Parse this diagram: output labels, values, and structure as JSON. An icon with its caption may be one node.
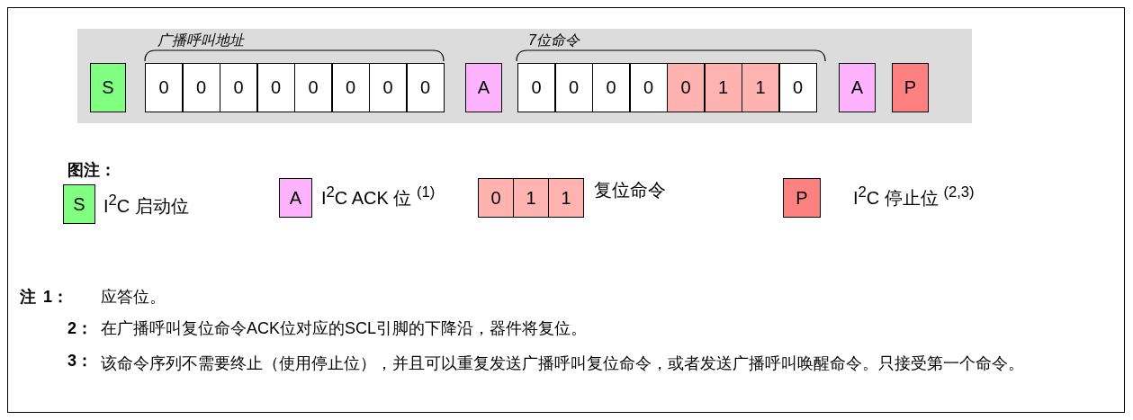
{
  "diagram": {
    "nodes": [
      {
        "text": [
          "S"
        ]
      },
      {
        "text": [
          "0"
        ]
      },
      {
        "text": [
          "0"
        ]
      },
      {
        "text": [
          "0"
        ]
      },
      {
        "text": [
          "0"
        ]
      },
      {
        "text": [
          "0"
        ]
      },
      {
        "text": [
          "0"
        ]
      },
      {
        "text": [
          "0"
        ]
      },
      {
        "text": [
          "0"
        ]
      },
      {
        "text": [
          "A"
        ]
      },
      {
        "text": [
          "0"
        ]
      },
      {
        "text": [
          "0"
        ]
      },
      {
        "text": [
          "0"
        ]
      },
      {
        "text": [
          "0"
        ]
      },
      {
        "text": [
          "0"
        ]
      },
      {
        "text": [
          "1"
        ]
      },
      {
        "text": [
          "1"
        ]
      },
      {
        "text": [
          "0"
        ]
      },
      {
        "text": [
          "A"
        ]
      },
      {
        "text": [
          "P"
        ]
      },
      {
        "text": [
          "S"
        ],
        "beside": [
          "I$^{2}$C 启动位"
        ]
      },
      {
        "text": [
          "A"
        ],
        "beside": [
          "I$^{2}$C ACK 位 $^{(1)}$"
        ]
      },
      {
        "text": [
          "0"
        ]
      },
      {
        "text": [
          "1"
        ]
      },
      {
        "text": [
          "1"
        ],
        "beside": [
          "复位命令"
        ]
      },
      {
        "text": [
          "P"
        ],
        "beside": [
          "I$^{2}$C 停止位 $^{(2,3)}$"
        ]
      }
    ],
    "labels": [
      "广播呼叫地址",
      "7位命令",
      "图注：",
      "注",
      "1：",
      "应答位。",
      "2：",
      "在广播呼叫复位命令ACK位对应的SCL引脚的下降沿，器件将复位。",
      "3：",
      "该命令序列不需要终止（使用停止位），并且可以重复发送广播呼叫复位命令，或者发送广播呼叫唤醒命令。只接受第一个命令。"
    ]
  }
}
